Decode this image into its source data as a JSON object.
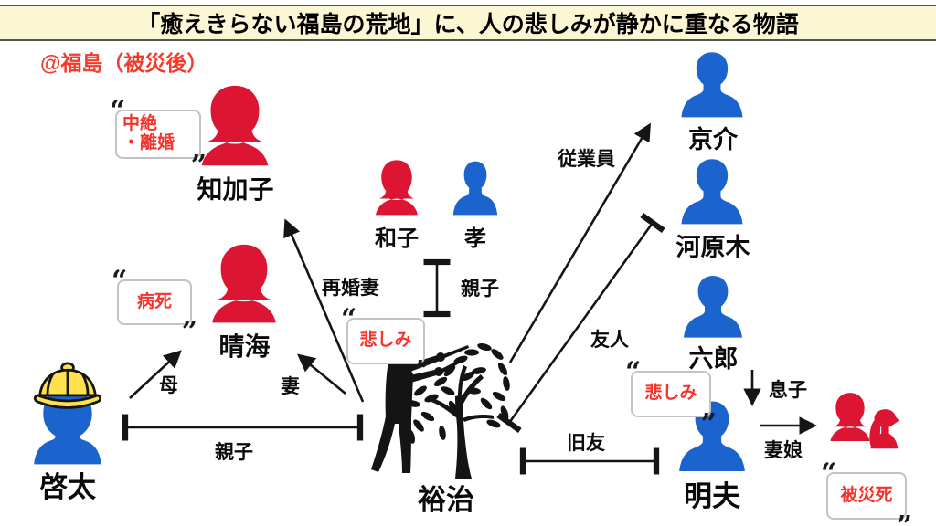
{
  "slide": {
    "title": "「癒えきらない福島の荒地」に、人の悲しみが静かに重なる物語",
    "location_tag": "@福島（被災後）"
  },
  "characters": {
    "chikako": {
      "name": "知加子",
      "icon": "woman-silhouette-red"
    },
    "harumi": {
      "name": "晴海",
      "icon": "woman-silhouette-red"
    },
    "keita": {
      "name": "啓太",
      "icon": "boy-school-hat-silhouette"
    },
    "kazuko": {
      "name": "和子",
      "icon": "woman-silhouette-red"
    },
    "takashi": {
      "name": "孝",
      "icon": "man-silhouette-blue"
    },
    "yuji": {
      "name": "裕治",
      "icon": "gardener-pruning-tree-silhouette"
    },
    "kyosuke": {
      "name": "京介",
      "icon": "man-silhouette-blue"
    },
    "kawaragi": {
      "name": "河原木",
      "icon": "man-silhouette-blue"
    },
    "rokuro": {
      "name": "六郎",
      "icon": "man-silhouette-blue"
    },
    "akio": {
      "name": "明夫",
      "icon": "man-silhouette-blue"
    },
    "wife_daughter": {
      "icon": "woman-and-girl-silhouette-red"
    }
  },
  "status_boxes": {
    "chikako": {
      "line1": "中絶",
      "line2": "・離婚"
    },
    "harumi": {
      "text": "病死"
    },
    "yuji": {
      "text": "悲しみ"
    },
    "akio": {
      "text": "悲しみ"
    },
    "wife_daughter": {
      "text": "被災死"
    }
  },
  "relationships": {
    "employee": "従業員",
    "friend": "友人",
    "old_friend": "旧友",
    "parent_child_left": "親子",
    "mother": "母",
    "wife": "妻",
    "remarried_wife": "再婚妻",
    "parent_child_center": "親子",
    "son": "息子",
    "wife_daughter": "妻娘"
  },
  "colors": {
    "male_icon": "#1B64CD",
    "female_icon": "#DC1532",
    "accent_text": "#F43B2B",
    "silhouette": "#141414",
    "hat_yellow": "#FFE14D",
    "title_bg": "#FBF7D5"
  }
}
